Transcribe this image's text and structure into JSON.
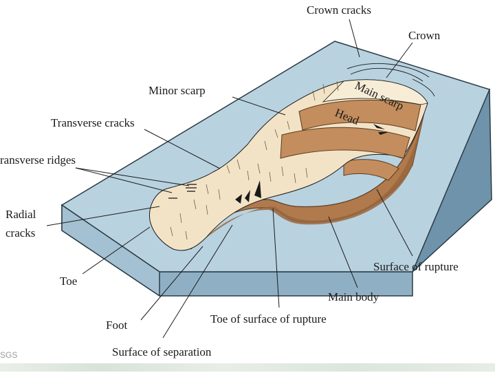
{
  "labels": {
    "crown_cracks": "Crown cracks",
    "crown": "Crown",
    "minor_scarp": "Minor scarp",
    "transverse_cracks": "Transverse cracks",
    "transverse_ridges": "ransverse ridges",
    "radial_cracks_1": "Radial",
    "radial_cracks_2": "cracks",
    "toe": "Toe",
    "foot": "Foot",
    "surface_of_separation": "Surface of separation",
    "toe_of_surface_of_rupture": "Toe of surface of rupture",
    "main_body": "Main body",
    "surface_of_rupture": "Surface of rupture",
    "main_scarp": "Main scarp",
    "head": "Head"
  },
  "credit": "SGS",
  "colors": {
    "block_top": "#b9d2e0",
    "block_front": "#8fb0c4",
    "block_right": "#6e93ab",
    "block_edge": "#2b3a44",
    "rupture_surface": "#b07a4c",
    "rupture_dark": "#8e5e36",
    "debris": "#f3e3c6",
    "head_band": "#c38d5d",
    "line": "#1a1a1a"
  }
}
